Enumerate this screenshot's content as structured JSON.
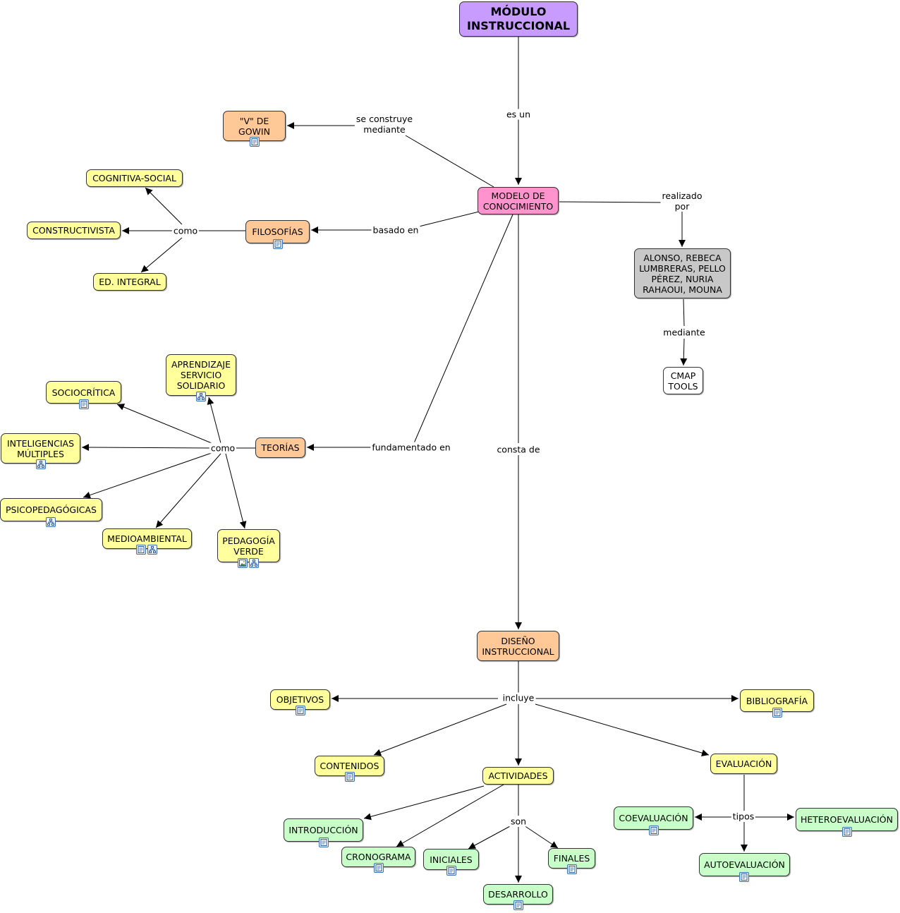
{
  "colors": {
    "purple": "#c89bff",
    "pink": "#ff93cd",
    "orange": "#ffc896",
    "yellow": "#ffff9c",
    "green": "#c8ffc8",
    "gray": "#c8c8c8",
    "white": "#ffffff",
    "line": "#000000"
  },
  "nodes": {
    "modulo": {
      "lines": [
        "MÓDULO",
        "INSTRUCCIONAL"
      ],
      "fill": "purple"
    },
    "modelo": {
      "lines": [
        "MODELO DE",
        "CONOCIMIENTO"
      ],
      "fill": "pink"
    },
    "vgowin": {
      "lines": [
        "\"V\" DE",
        "GOWIN"
      ],
      "fill": "orange",
      "icons": [
        "document-icon"
      ]
    },
    "filosofias": {
      "lines": [
        "FILOSOFÍAS"
      ],
      "fill": "orange",
      "icons": [
        "document-icon"
      ]
    },
    "cognitiva": {
      "lines": [
        "COGNITIVA-SOCIAL"
      ],
      "fill": "yellow"
    },
    "constructivista": {
      "lines": [
        "CONSTRUCTIVISTA"
      ],
      "fill": "yellow"
    },
    "edintegral": {
      "lines": [
        "ED. INTEGRAL"
      ],
      "fill": "yellow"
    },
    "autores": {
      "lines": [
        "ALONSO, REBECA",
        "LUMBRERAS, PELLO",
        "PÉREZ, NURIA",
        "RAHAOUI, MOUNA"
      ],
      "fill": "gray"
    },
    "cmap": {
      "lines": [
        "CMAP",
        "TOOLS"
      ],
      "fill": "white"
    },
    "teorias": {
      "lines": [
        "TEORÍAS"
      ],
      "fill": "orange"
    },
    "aprendizaje": {
      "lines": [
        "APRENDIZAJE",
        "SERVICIO",
        "SOLIDARIO"
      ],
      "fill": "yellow",
      "icons": [
        "concept-map-icon"
      ]
    },
    "sociocritica": {
      "lines": [
        "SOCIOCRÍTICA"
      ],
      "fill": "yellow",
      "icons": [
        "document-icon"
      ]
    },
    "inteligencias": {
      "lines": [
        "INTELIGENCIAS",
        "MÚLTIPLES"
      ],
      "fill": "yellow",
      "icons": [
        "concept-map-icon"
      ]
    },
    "psicopedagogicas": {
      "lines": [
        "PSICOPEDAGÓGICAS"
      ],
      "fill": "yellow",
      "icons": [
        "concept-map-icon"
      ]
    },
    "medioambiental": {
      "lines": [
        "MEDIOAMBIENTAL"
      ],
      "fill": "yellow",
      "icons": [
        "document-icon",
        "concept-map-icon"
      ]
    },
    "pedagogia": {
      "lines": [
        "PEDAGOGÍA",
        "VERDE"
      ],
      "fill": "yellow",
      "icons": [
        "image-icon",
        "concept-map-icon"
      ]
    },
    "diseno": {
      "lines": [
        "DISEÑO",
        "INSTRUCCIONAL"
      ],
      "fill": "orange"
    },
    "objetivos": {
      "lines": [
        "OBJETIVOS"
      ],
      "fill": "yellow",
      "icons": [
        "document-icon"
      ]
    },
    "bibliografia": {
      "lines": [
        "BIBLIOGRAFÍA"
      ],
      "fill": "yellow",
      "icons": [
        "document-icon"
      ]
    },
    "contenidos": {
      "lines": [
        "CONTENIDOS"
      ],
      "fill": "yellow",
      "icons": [
        "document-icon"
      ]
    },
    "actividades": {
      "lines": [
        "ACTIVIDADES"
      ],
      "fill": "yellow"
    },
    "evaluacion": {
      "lines": [
        "EVALUACIÓN"
      ],
      "fill": "yellow"
    },
    "introduccion": {
      "lines": [
        "INTRODUCCIÓN"
      ],
      "fill": "green",
      "icons": [
        "document-icon"
      ]
    },
    "cronograma": {
      "lines": [
        "CRONOGRAMA"
      ],
      "fill": "green",
      "icons": [
        "document-icon"
      ]
    },
    "iniciales": {
      "lines": [
        "INICIALES"
      ],
      "fill": "green",
      "icons": [
        "document-icon"
      ]
    },
    "desarrollo": {
      "lines": [
        "DESARROLLO"
      ],
      "fill": "green",
      "icons": [
        "document-icon"
      ]
    },
    "finales": {
      "lines": [
        "FINALES"
      ],
      "fill": "green",
      "icons": [
        "document-icon"
      ]
    },
    "coevaluacion": {
      "lines": [
        "COEVALUACIÓN"
      ],
      "fill": "green",
      "icons": [
        "document-icon"
      ]
    },
    "heteroevaluacion": {
      "lines": [
        "HETEROEVALUACIÓN"
      ],
      "fill": "green",
      "icons": [
        "document-icon"
      ]
    },
    "autoevaluacion": {
      "lines": [
        "AUTOEVALUACIÓN"
      ],
      "fill": "green",
      "icons": [
        "document-icon"
      ]
    }
  },
  "links": {
    "es_un": {
      "lines": [
        "es un"
      ]
    },
    "construye": {
      "lines": [
        "se construye",
        "mediante"
      ]
    },
    "basado": {
      "lines": [
        "basado en"
      ]
    },
    "como1": {
      "lines": [
        "como"
      ]
    },
    "realizado": {
      "lines": [
        "realizado",
        "por"
      ]
    },
    "mediante": {
      "lines": [
        "mediante"
      ]
    },
    "fundamentado": {
      "lines": [
        "fundamentado en"
      ]
    },
    "como2": {
      "lines": [
        "como"
      ]
    },
    "consta": {
      "lines": [
        "consta de"
      ]
    },
    "incluye": {
      "lines": [
        "incluye"
      ]
    },
    "son": {
      "lines": [
        "son"
      ]
    },
    "tipos": {
      "lines": [
        "tipos"
      ]
    }
  }
}
